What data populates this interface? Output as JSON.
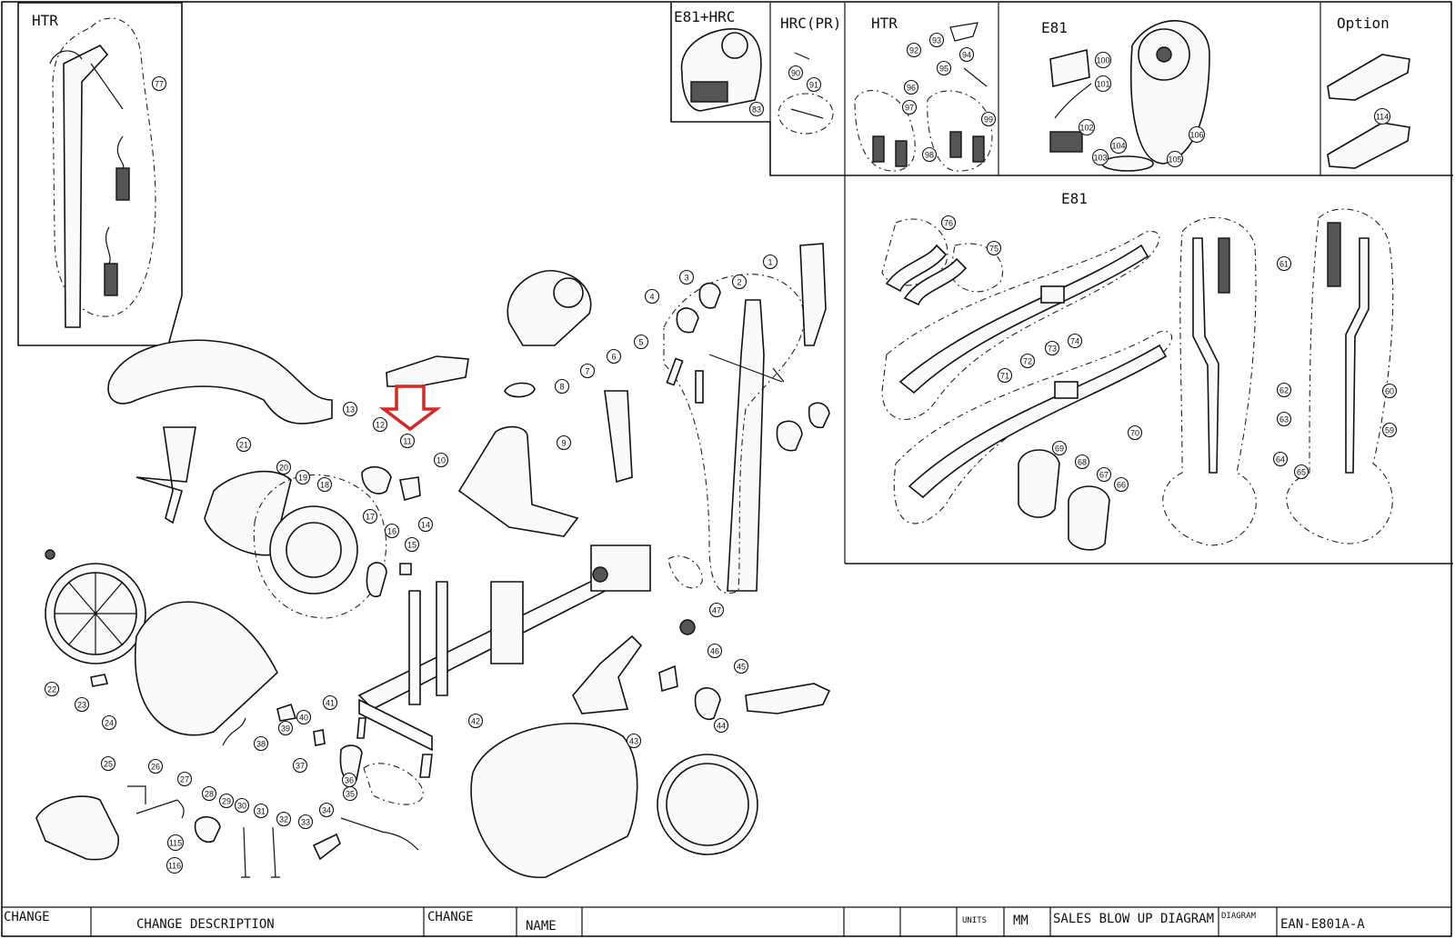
{
  "boxes": {
    "htr_left": "HTR",
    "e81_hrc": "E81+HRC",
    "hrc_pr": "HRC(PR)",
    "htr_top": "HTR",
    "e81_top": "E81",
    "option": "Option",
    "e81_main": "E81"
  },
  "callouts": [
    {
      "n": "77"
    },
    {
      "n": "93"
    },
    {
      "n": "92"
    },
    {
      "n": "94"
    },
    {
      "n": "95"
    },
    {
      "n": "96"
    },
    {
      "n": "97"
    },
    {
      "n": "98"
    },
    {
      "n": "99"
    },
    {
      "n": "90"
    },
    {
      "n": "91"
    },
    {
      "n": "83"
    },
    {
      "n": "100"
    },
    {
      "n": "101"
    },
    {
      "n": "102"
    },
    {
      "n": "103"
    },
    {
      "n": "104"
    },
    {
      "n": "105"
    },
    {
      "n": "106"
    },
    {
      "n": "114"
    },
    {
      "n": "76"
    },
    {
      "n": "75"
    },
    {
      "n": "72"
    },
    {
      "n": "73"
    },
    {
      "n": "74"
    },
    {
      "n": "71"
    },
    {
      "n": "69"
    },
    {
      "n": "68"
    },
    {
      "n": "67"
    },
    {
      "n": "66"
    },
    {
      "n": "70"
    },
    {
      "n": "61"
    },
    {
      "n": "62"
    },
    {
      "n": "63"
    },
    {
      "n": "64"
    },
    {
      "n": "65"
    },
    {
      "n": "60"
    },
    {
      "n": "59"
    },
    {
      "n": "1"
    },
    {
      "n": "2"
    },
    {
      "n": "3"
    },
    {
      "n": "4"
    },
    {
      "n": "5"
    },
    {
      "n": "6"
    },
    {
      "n": "7"
    },
    {
      "n": "8"
    },
    {
      "n": "9"
    },
    {
      "n": "10"
    },
    {
      "n": "11"
    },
    {
      "n": "12"
    },
    {
      "n": "13"
    },
    {
      "n": "14"
    },
    {
      "n": "15"
    },
    {
      "n": "16"
    },
    {
      "n": "17"
    },
    {
      "n": "18"
    },
    {
      "n": "19"
    },
    {
      "n": "20"
    },
    {
      "n": "21"
    },
    {
      "n": "22"
    },
    {
      "n": "23"
    },
    {
      "n": "24"
    },
    {
      "n": "25"
    },
    {
      "n": "26"
    },
    {
      "n": "27"
    },
    {
      "n": "28"
    },
    {
      "n": "29"
    },
    {
      "n": "30"
    },
    {
      "n": "31"
    },
    {
      "n": "32"
    },
    {
      "n": "33"
    },
    {
      "n": "34"
    },
    {
      "n": "35"
    },
    {
      "n": "36"
    },
    {
      "n": "37"
    },
    {
      "n": "38"
    },
    {
      "n": "39"
    },
    {
      "n": "40"
    },
    {
      "n": "41"
    },
    {
      "n": "42"
    },
    {
      "n": "43"
    },
    {
      "n": "44"
    },
    {
      "n": "45"
    },
    {
      "n": "46"
    },
    {
      "n": "47"
    },
    {
      "n": "115"
    },
    {
      "n": "116"
    }
  ],
  "title_block": {
    "change_no": "CHANGE",
    "change_description": "CHANGE DESCRIPTION",
    "change_date": "CHANGE",
    "name": "NAME",
    "units_label": "UNITS",
    "units_value": "MM",
    "drawing_type": "SALES BLOW UP DIAGRAM",
    "diagram_label": "DIAGRAM",
    "drawing_no": "EAN-E801A-A"
  },
  "colors": {
    "ink": "#111111",
    "arrow": "#d62828"
  }
}
